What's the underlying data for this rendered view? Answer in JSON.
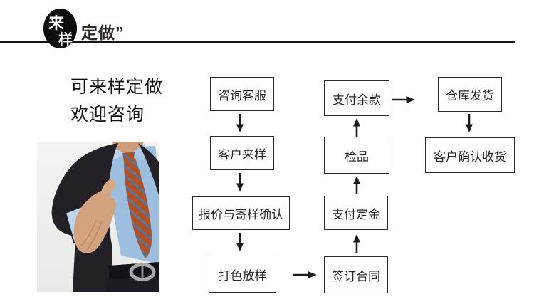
{
  "page": {
    "background": "#ffffff"
  },
  "header": {
    "logo": {
      "char_top": "来",
      "char_bottom": "样",
      "bg_color": "#0d0d0d",
      "text_color": "#ffffff"
    },
    "title": "定做”",
    "rule_color": "#141414"
  },
  "intro": {
    "line1": "可来样定做",
    "line2": "欢迎咨询"
  },
  "photo": {
    "icon": "businessman-handshake-photo",
    "colors": {
      "background": "#f0f0ef",
      "suit": "#232126",
      "shirt": "#9dbede",
      "tie": "#b05226",
      "skin": "#d2a37e"
    }
  },
  "flowchart": {
    "box_border_color": "#2a2a2a",
    "text_color": "#252525",
    "arrow_color": "#1c1c1c",
    "boxes": [
      {
        "label": "咨询客服"
      },
      {
        "label": "客户来样"
      },
      {
        "label": "报价与寄样确认"
      },
      {
        "label": "打色放样"
      },
      {
        "label": "签订合同"
      },
      {
        "label": "支付定金"
      },
      {
        "label": "检品"
      },
      {
        "label": "支付余款"
      },
      {
        "label": "仓库发货"
      },
      {
        "label": "客户确认收货"
      }
    ],
    "flow_order": [
      "咨询客服",
      "客户来样",
      "报价与寄样确认",
      "打色放样",
      "签订合同",
      "支付定金",
      "检品",
      "支付余款",
      "仓库发货",
      "客户确认收货"
    ]
  }
}
